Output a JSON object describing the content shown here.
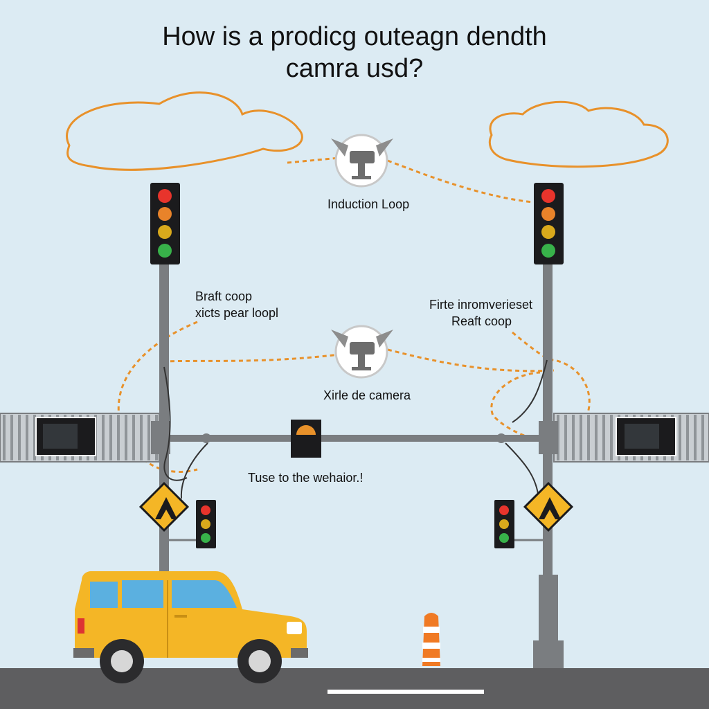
{
  "title": {
    "line1": "How is a prodicg outeagn dendth",
    "line2": "camra usd?"
  },
  "labels": {
    "top_camera": "Induction Loop",
    "left_note_line1": "Braft coop",
    "left_note_line2": "xicts pear loopl",
    "right_note_line1": "Firte inromverieset",
    "right_note_line2": "Reaft coop",
    "mid_camera": "Xirle de camera",
    "bottom_note": "Tuse to the wehaior.!"
  },
  "icons": [
    "cloud-icon",
    "security-camera-icon",
    "traffic-light-icon",
    "warning-sign-icon",
    "traffic-cone-icon",
    "car-icon"
  ],
  "colors": {
    "background": "#dcebf3",
    "accent_orange": "#e8912a",
    "pole_gray": "#7a7d80",
    "car_yellow": "#f4b626",
    "road": "#5e5e60"
  }
}
